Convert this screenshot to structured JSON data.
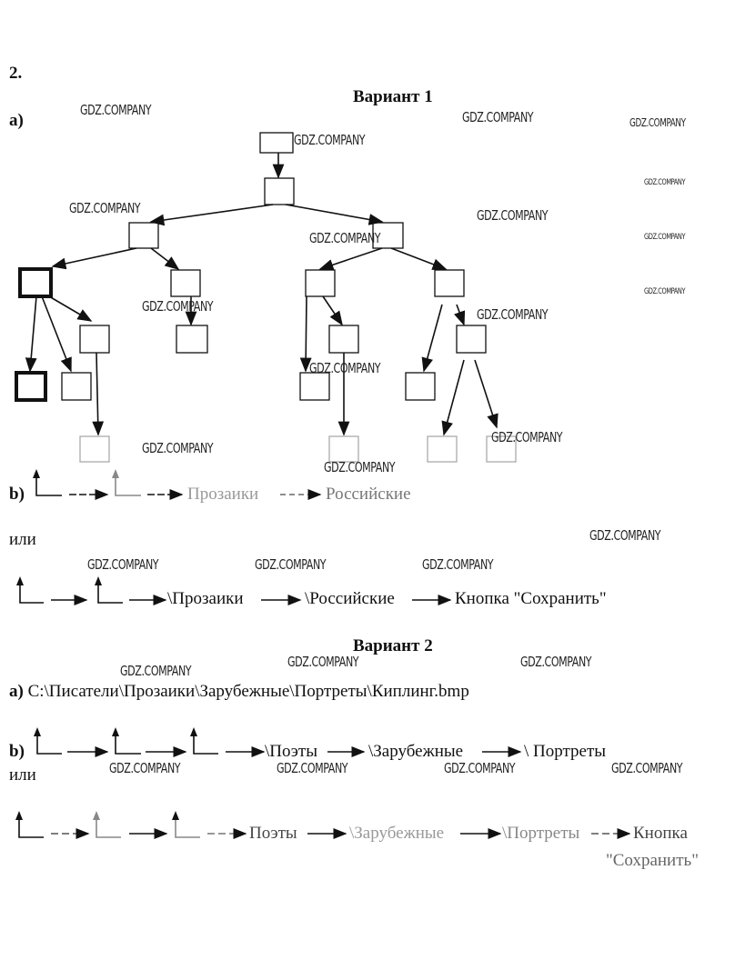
{
  "task_number": "2.",
  "variant1": {
    "title": "Вариант 1",
    "part_a_label": "а)",
    "part_b_label": "b)",
    "path_b1": [
      "Прозаики",
      "Российские"
    ],
    "or_label": "или",
    "path_b2": [
      "\\Прозаики",
      "\\Российские",
      "Кнопка \"Сохранить\""
    ]
  },
  "variant2": {
    "title": "Вариант 2",
    "part_a_label": "а)",
    "part_a_path": "C:\\Писатели\\Прозаики\\Зарубежные\\Портреты\\Киплинг.bmp",
    "part_b_label": "b)",
    "path_b1": [
      "\\Поэты",
      "\\Зарубежные",
      "\\ Портреты"
    ],
    "or_label": "или",
    "path_b2": [
      "Поэты",
      "\\Зарубежные",
      "\\Портреты",
      "Кнопка",
      "\"Сохранить\""
    ]
  },
  "watermark": "GDZ.COMPANY",
  "colors": {
    "ink": "#111111",
    "faded": "#999999"
  }
}
